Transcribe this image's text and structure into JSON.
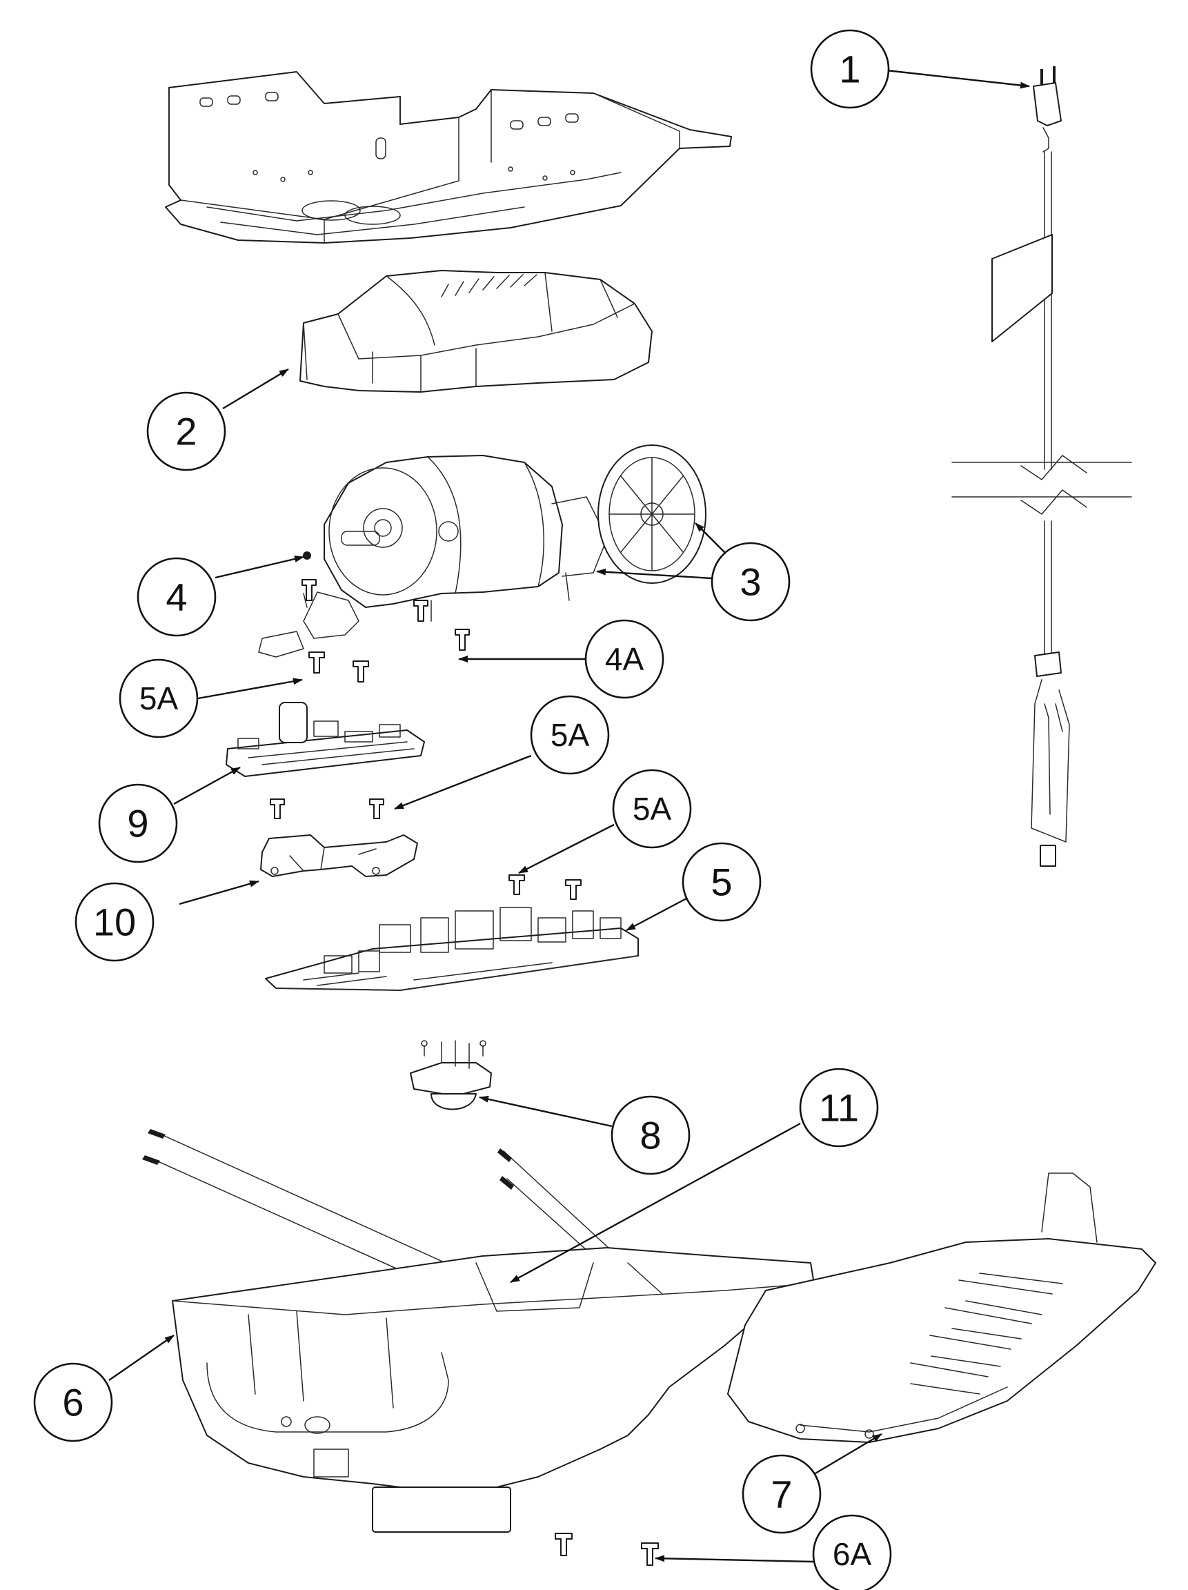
{
  "callouts": [
    {
      "id": "1",
      "label": "1"
    },
    {
      "id": "2",
      "label": "2"
    },
    {
      "id": "3",
      "label": "3"
    },
    {
      "id": "4",
      "label": "4"
    },
    {
      "id": "4a",
      "label": "4A"
    },
    {
      "id": "5a-1",
      "label": "5A"
    },
    {
      "id": "5a-2",
      "label": "5A"
    },
    {
      "id": "5a-3",
      "label": "5A"
    },
    {
      "id": "9",
      "label": "9"
    },
    {
      "id": "10",
      "label": "10"
    },
    {
      "id": "5",
      "label": "5"
    },
    {
      "id": "8",
      "label": "8"
    },
    {
      "id": "11",
      "label": "11"
    },
    {
      "id": "6",
      "label": "6"
    },
    {
      "id": "7",
      "label": "7"
    },
    {
      "id": "6a",
      "label": "6A"
    }
  ]
}
